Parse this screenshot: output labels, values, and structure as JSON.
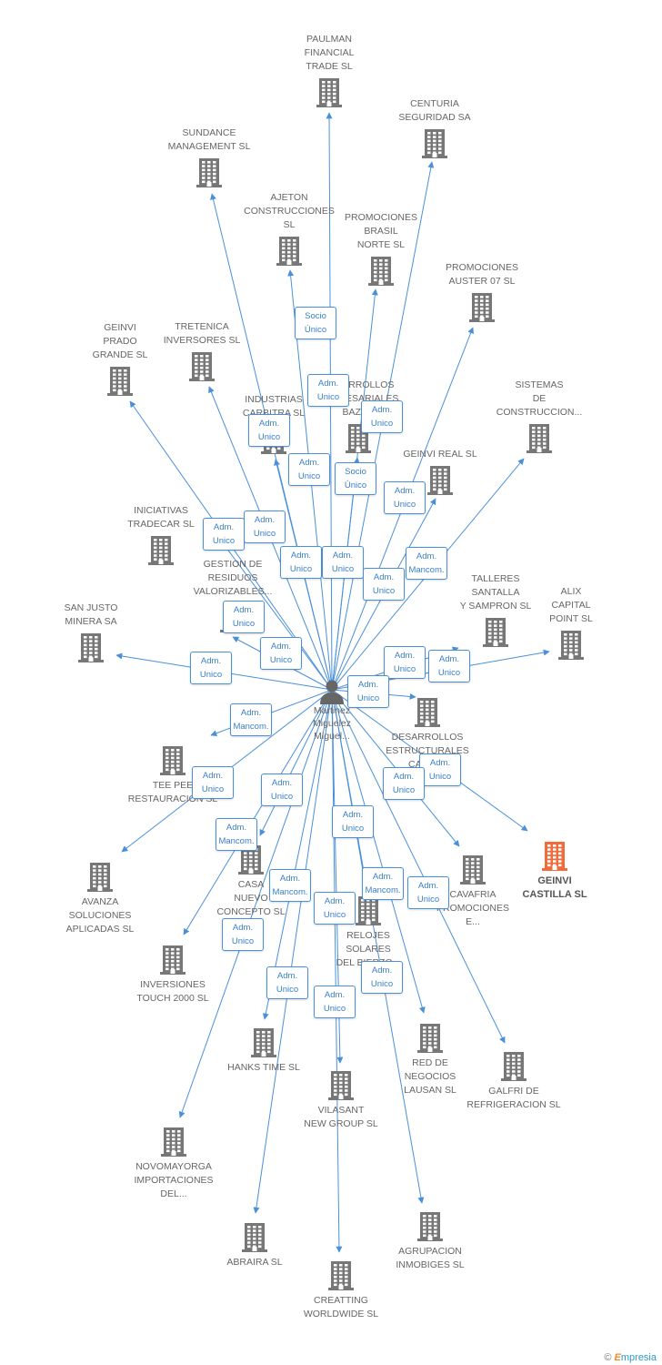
{
  "person": {
    "lines": [
      "Martinez",
      "Miguelez",
      "Miguel..."
    ]
  },
  "companies": [
    {
      "id": "paulman",
      "lines": [
        "PAULMAN",
        "FINANCIAL",
        "TRADE SL"
      ]
    },
    {
      "id": "centuria",
      "lines": [
        "CENTURIA",
        "SEGURIDAD SA"
      ]
    },
    {
      "id": "sundance",
      "lines": [
        "SUNDANCE",
        "MANAGEMENT SL"
      ]
    },
    {
      "id": "ajeton",
      "lines": [
        "AJETON",
        "CONSTRUCCIONES",
        "SL"
      ]
    },
    {
      "id": "promociones-brasil",
      "lines": [
        "PROMOCIONES",
        "BRASIL",
        "NORTE SL"
      ]
    },
    {
      "id": "promociones-auster",
      "lines": [
        "PROMOCIONES",
        "AUSTER 07 SL"
      ]
    },
    {
      "id": "geinvi-prado",
      "lines": [
        "GEINVI",
        "PRADO",
        "GRANDE SL"
      ]
    },
    {
      "id": "tretenica",
      "lines": [
        "TRETENICA",
        "INVERSORES SL"
      ]
    },
    {
      "id": "industrias-carbitra",
      "lines": [
        "INDUSTRIAS",
        "CARBITRA SL"
      ]
    },
    {
      "id": "desarrollos-bazan",
      "lines": [
        "DESARROLLOS",
        "EMPRESARIALES",
        "BAZAN"
      ]
    },
    {
      "id": "sistemas",
      "lines": [
        "SISTEMAS",
        "DE",
        "CONSTRUCCION..."
      ]
    },
    {
      "id": "geinvi-real",
      "lines": [
        "GEINVI REAL SL"
      ]
    },
    {
      "id": "iniciativas",
      "lines": [
        "INICIATIVAS",
        "TRADECAR  SL"
      ]
    },
    {
      "id": "gestion-residuos",
      "lines": [
        "GESTION DE",
        "RESIDUOS",
        "VALORIZABLES..."
      ]
    },
    {
      "id": "talleres",
      "lines": [
        "TALLERES",
        "SANTALLA",
        "Y SAMPRON SL"
      ]
    },
    {
      "id": "alix",
      "lines": [
        "ALIX",
        "CAPITAL",
        "POINT SL"
      ]
    },
    {
      "id": "san-justo",
      "lines": [
        "SAN JUSTO",
        "MINERA SA"
      ]
    },
    {
      "id": "desarrollos-estructurales",
      "lines": [
        "DESARROLLOS",
        "ESTRUCTURALES",
        "CALLE..."
      ]
    },
    {
      "id": "tee-pee",
      "lines": [
        "TEE PEE",
        "RESTAURACION SL"
      ]
    },
    {
      "id": "geinvi-castilla",
      "lines": [
        "GEINVI",
        "CASTILLA SL"
      ],
      "highlight": true
    },
    {
      "id": "avanza",
      "lines": [
        "AVANZA",
        "SOLUCIONES",
        "APLICADAS SL"
      ]
    },
    {
      "id": "casa-nuevo",
      "lines": [
        "CASA",
        "NUEVO",
        "CONCEPTO SL"
      ]
    },
    {
      "id": "cavafria",
      "lines": [
        "CAVAFRIA",
        "PROMOCIONES",
        "E..."
      ]
    },
    {
      "id": "relojes",
      "lines": [
        "RELOJES",
        "SOLARES",
        "DEL BIERZO..."
      ]
    },
    {
      "id": "inversiones-touch",
      "lines": [
        "INVERSIONES",
        "TOUCH 2000 SL"
      ]
    },
    {
      "id": "hanks",
      "lines": [
        "HANKS TIME SL"
      ]
    },
    {
      "id": "red-negocios",
      "lines": [
        "RED DE",
        "NEGOCIOS",
        "LAUSAN SL"
      ]
    },
    {
      "id": "galfri",
      "lines": [
        "GALFRI DE",
        "REFRIGERACION SL"
      ]
    },
    {
      "id": "vilasant",
      "lines": [
        "VILASANT",
        "NEW GROUP SL"
      ]
    },
    {
      "id": "novomayorga",
      "lines": [
        "NOVOMAYORGA",
        "IMPORTACIONES",
        "DEL..."
      ]
    },
    {
      "id": "abraira",
      "lines": [
        "ABRAIRA SL"
      ]
    },
    {
      "id": "agrupacion",
      "lines": [
        "AGRUPACION",
        "INMOBIGES SL"
      ]
    },
    {
      "id": "creatting",
      "lines": [
        "CREATTING",
        "WORLDWIDE SL"
      ]
    }
  ],
  "relations": [
    {
      "id": "r1",
      "lines": [
        "Socio",
        "Único"
      ]
    },
    {
      "id": "r2",
      "lines": [
        "Adm.",
        "Unico"
      ]
    },
    {
      "id": "r3",
      "lines": [
        "Adm.",
        "Unico"
      ]
    },
    {
      "id": "r4",
      "lines": [
        "Adm.",
        "Unico"
      ]
    },
    {
      "id": "r5",
      "lines": [
        "Adm.",
        "Unico"
      ]
    },
    {
      "id": "r6",
      "lines": [
        "Socio",
        "Único"
      ]
    },
    {
      "id": "r7",
      "lines": [
        "Adm.",
        "Unico"
      ]
    },
    {
      "id": "r8",
      "lines": [
        "Adm.",
        "Unico"
      ]
    },
    {
      "id": "r9",
      "lines": [
        "Adm.",
        "Unico"
      ]
    },
    {
      "id": "r10",
      "lines": [
        "Adm.",
        "Unico"
      ]
    },
    {
      "id": "r11",
      "lines": [
        "Adm.",
        "Unico"
      ]
    },
    {
      "id": "r12",
      "lines": [
        "Adm.",
        "Mancom."
      ]
    },
    {
      "id": "r13",
      "lines": [
        "Adm.",
        "Unico"
      ]
    },
    {
      "id": "r14",
      "lines": [
        "Adm.",
        "Unico"
      ]
    },
    {
      "id": "r15",
      "lines": [
        "Adm.",
        "Unico"
      ]
    },
    {
      "id": "r16",
      "lines": [
        "Adm.",
        "Unico"
      ]
    },
    {
      "id": "r17",
      "lines": [
        "Adm.",
        "Unico"
      ]
    },
    {
      "id": "r18",
      "lines": [
        "Adm.",
        "Unico"
      ]
    },
    {
      "id": "r19",
      "lines": [
        "Adm.",
        "Unico"
      ]
    },
    {
      "id": "r20",
      "lines": [
        "Adm.",
        "Mancom."
      ]
    },
    {
      "id": "r21",
      "lines": [
        "Adm.",
        "Unico"
      ]
    },
    {
      "id": "r22",
      "lines": [
        "Adm.",
        "Unico"
      ]
    },
    {
      "id": "r23",
      "lines": [
        "Adm.",
        "Unico"
      ]
    },
    {
      "id": "r24",
      "lines": [
        "Adm.",
        "Unico"
      ]
    },
    {
      "id": "r25",
      "lines": [
        "Adm.",
        "Mancom."
      ]
    },
    {
      "id": "r26",
      "lines": [
        "Adm.",
        "Unico"
      ]
    },
    {
      "id": "r27",
      "lines": [
        "Adm.",
        "Mancom."
      ]
    },
    {
      "id": "r28",
      "lines": [
        "Adm.",
        "Unico"
      ]
    },
    {
      "id": "r29",
      "lines": [
        "Adm.",
        "Mancom."
      ]
    },
    {
      "id": "r30",
      "lines": [
        "Adm.",
        "Unico"
      ]
    },
    {
      "id": "r31",
      "lines": [
        "Adm.",
        "Unico"
      ]
    },
    {
      "id": "r32",
      "lines": [
        "Adm.",
        "Unico"
      ]
    },
    {
      "id": "r33",
      "lines": [
        "Adm.",
        "Unico"
      ]
    },
    {
      "id": "r34",
      "lines": [
        "Adm.",
        "Unico"
      ]
    }
  ],
  "brand": {
    "copyright": "©",
    "first": "E",
    "rest": "mpresia"
  },
  "colors": {
    "edge": "#4a90d9",
    "building": "#777777",
    "highlight": "#f26b3a",
    "person": "#666666"
  }
}
